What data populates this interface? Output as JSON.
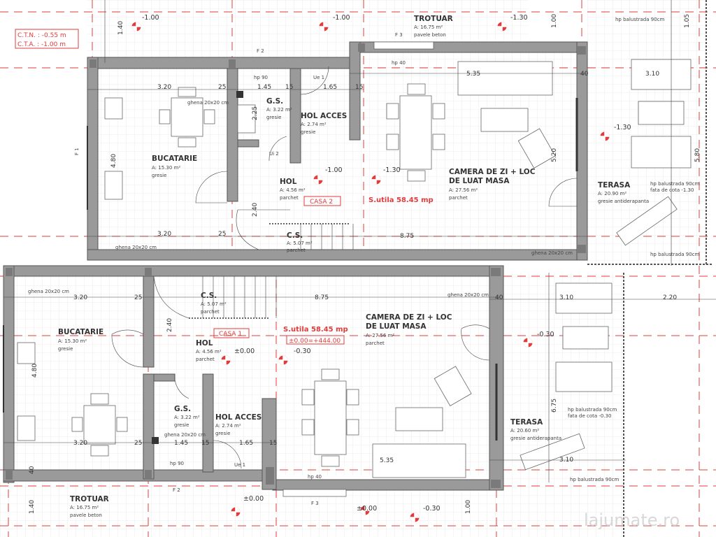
{
  "header": {
    "ctn": "C.T.N. : -0.55 m",
    "cta": "C.T.A. : -1.00 m"
  },
  "casa2": {
    "label": "CASA 2",
    "s_utila": "S.utila 58.45 mp",
    "rooms": {
      "bucatarie": {
        "name": "BUCATARIE",
        "area": "A: 15.30 m²",
        "finish": "gresie"
      },
      "gs": {
        "name": "G.S.",
        "area": "A: 3.22 m²",
        "finish": "gresie"
      },
      "hol_acces": {
        "name": "HOL ACCES",
        "area": "A: 2.74 m²",
        "finish": "gresie"
      },
      "hol": {
        "name": "HOL",
        "area": "A: 4.56 m²",
        "finish": "parchet"
      },
      "cs": {
        "name": "C.S.",
        "area": "A: 5.07 m²",
        "finish": "parchet"
      },
      "camera": {
        "name1": "CAMERA DE ZI + LOC",
        "name2": "DE LUAT MASA",
        "area": "A: 27.56 m²",
        "finish": "parchet"
      },
      "terasa": {
        "name": "TERASA",
        "area": "A: 20.90 m²",
        "finish": "gresie antiderapanta"
      },
      "trotuar": {
        "name": "TROTUAR",
        "area": "A: 16.75 m²",
        "finish": "pavele beton"
      }
    }
  },
  "casa1": {
    "label": "CASA 1",
    "s_utila": "S.utila 58.45 mp",
    "level": "±0.00=+444.00",
    "rooms": {
      "bucatarie": {
        "name": "BUCATARIE",
        "area": "A: 15.30 m²",
        "finish": "gresie"
      },
      "cs": {
        "name": "C.S.",
        "area": "A: 5.07 m²",
        "finish": "parchet"
      },
      "hol": {
        "name": "HOL",
        "area": "A: 4.56 m²",
        "finish": "parchet"
      },
      "gs": {
        "name": "G.S.",
        "area": "A: 3.22 m²",
        "finish": "gresie"
      },
      "hol_acces": {
        "name": "HOL ACCES",
        "area": "A: 2.74 m²",
        "finish": "gresie"
      },
      "camera": {
        "name1": "CAMERA DE ZI + LOC",
        "name2": "DE LUAT MASA",
        "area": "A: 27.56 m²",
        "finish": "parchet"
      },
      "terasa": {
        "name": "TERASA",
        "area": "A: 20.60 m²",
        "finish": "gresie antiderapanta"
      },
      "trotuar": {
        "name": "TROTUAR",
        "area": "A: 16.75 m²",
        "finish": "pavele beton"
      }
    }
  },
  "elevations": [
    "-1.00",
    "-1.00",
    "-1.30",
    "-1.00",
    "-1.30",
    "-1.30",
    "±0.00",
    "-0.30",
    "-0.30",
    "±0.00",
    "±0.00",
    "-0.30"
  ],
  "dims": [
    "3.20",
    "25",
    "1.45",
    "15",
    "1.65",
    "15",
    "4.80",
    "3.20",
    "25",
    "2.40",
    "2.25",
    "5.35",
    "3.10",
    "40",
    "5.20",
    "5.80",
    "8.75",
    "1.40",
    "1.00",
    "1.05",
    "3.20",
    "25",
    "4.80",
    "3.20",
    "25",
    "1.45",
    "15",
    "1.65",
    "15",
    "2.40",
    "8.75",
    "5.35",
    "3.10",
    "40",
    "3.10",
    "2.20",
    "6.75",
    "1.40",
    "1.00",
    "40"
  ],
  "notes": {
    "hp_balustrada": "hp balustrada 90cm",
    "fata_cota_1": "fata de cota -1.30",
    "fata_cota_2": "fata de cota -0.30",
    "ghena": "ghena 20x20 cm",
    "f1": "F 1",
    "f2": "F 2",
    "f3": "F 3",
    "ue1": "Ue 1",
    "ui2": "Ui 2",
    "hp40": "hp 40",
    "hp90": "hp 90"
  },
  "watermark": "lajumate.ro"
}
